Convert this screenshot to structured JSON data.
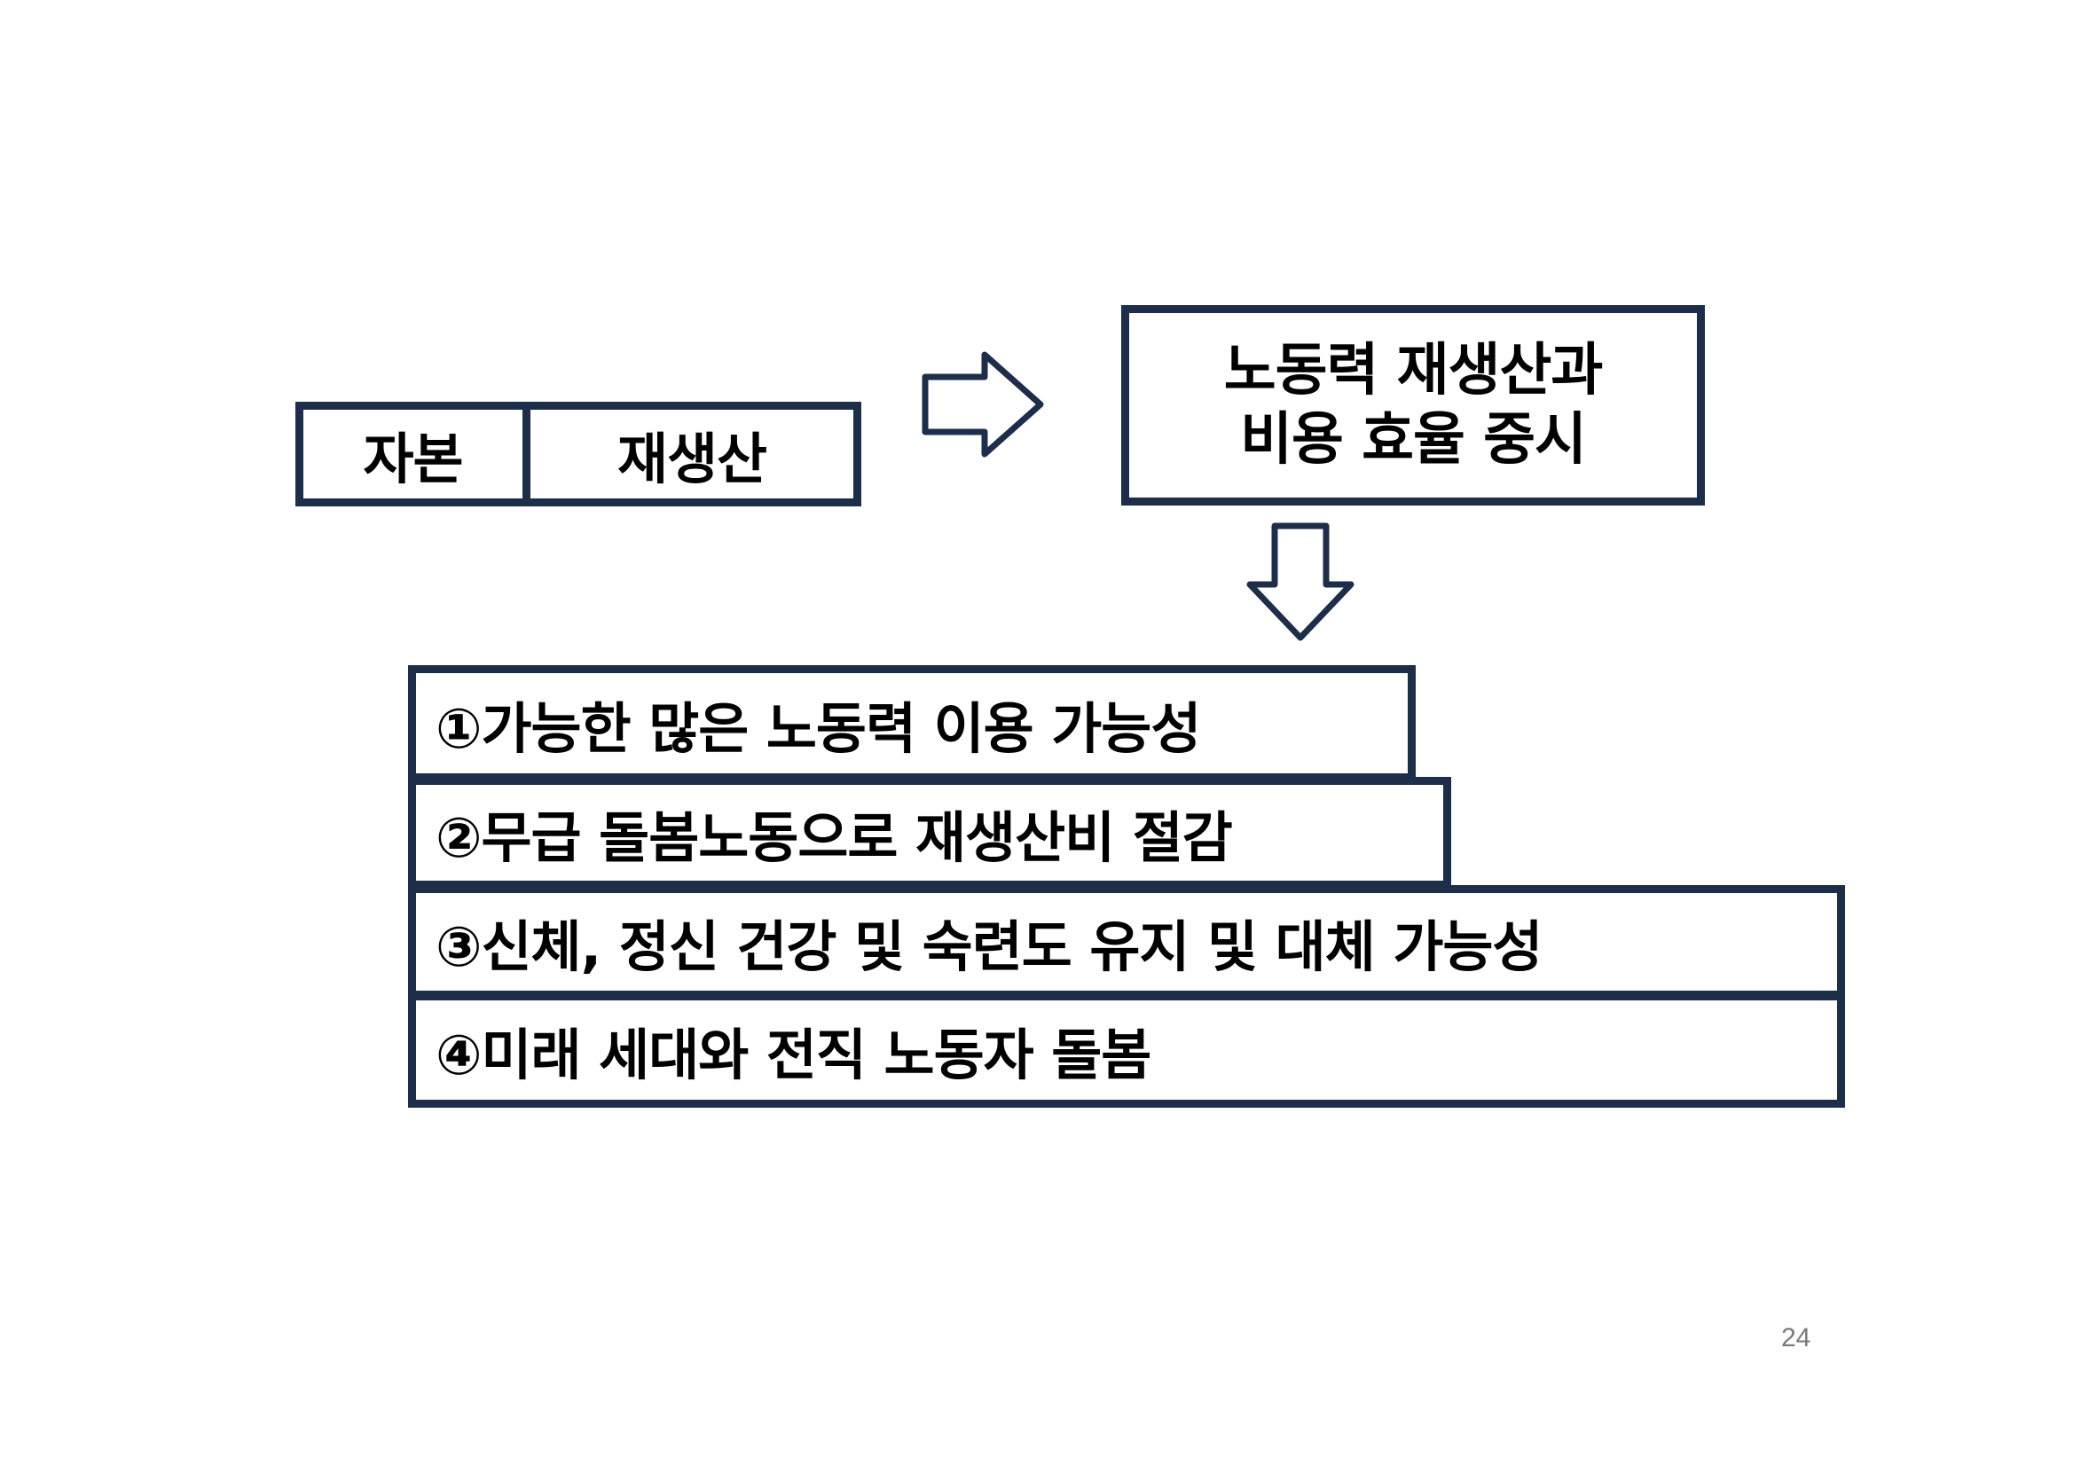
{
  "slide": {
    "capital_box": {
      "left_label": "자본",
      "right_label": "재생산"
    },
    "goal_box": {
      "line1": "노동력 재생산과",
      "line2": "비용 효율 중시"
    },
    "items": [
      {
        "label": "①가능한 많은 노동력 이용 가능성"
      },
      {
        "label": "②무급 돌봄노동으로 재생산비 절감"
      },
      {
        "label": "③신체, 정신 건강 및 숙련도 유지 및 대체 가능성"
      },
      {
        "label": "④미래 세대와 전직 노동자 돌봄"
      }
    ],
    "page_number": "24",
    "icons": {
      "right_arrow": "right-arrow-icon",
      "down_arrow": "down-arrow-icon"
    },
    "colors": {
      "border": "#1c2e4a",
      "text": "#000000",
      "page_number": "#7a7a7a"
    }
  }
}
